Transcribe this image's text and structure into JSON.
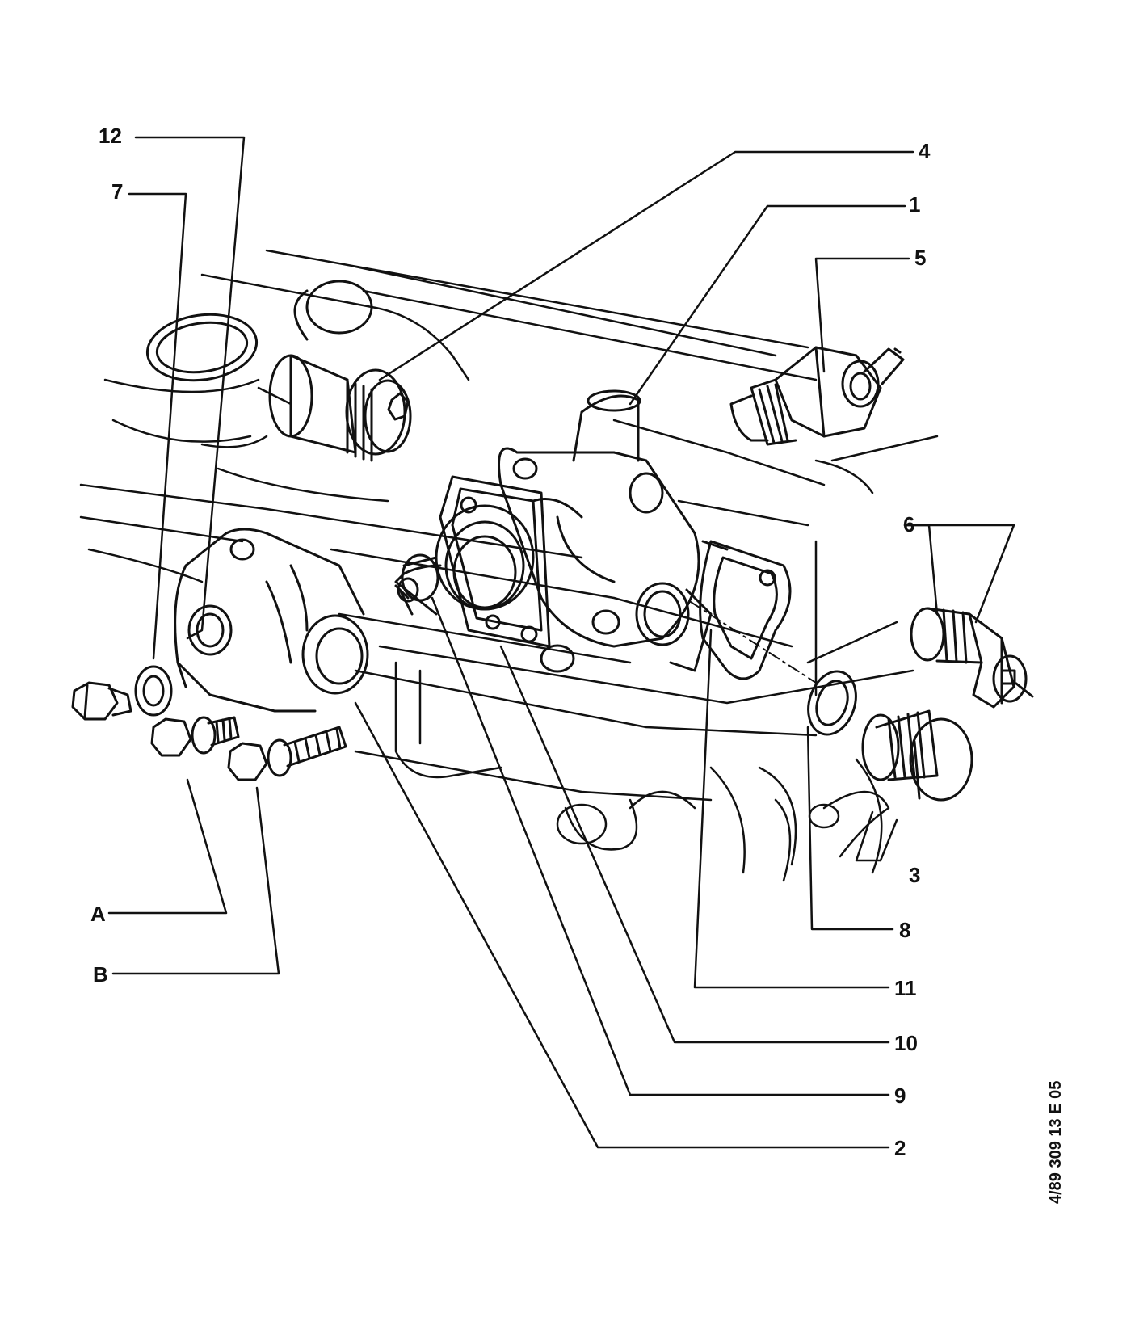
{
  "diagram": {
    "callouts": [
      {
        "id": "12",
        "label": "12"
      },
      {
        "id": "7",
        "label": "7"
      },
      {
        "id": "4",
        "label": "4"
      },
      {
        "id": "1",
        "label": "1"
      },
      {
        "id": "5",
        "label": "5"
      },
      {
        "id": "6",
        "label": "6"
      },
      {
        "id": "3",
        "label": "3"
      },
      {
        "id": "8",
        "label": "8"
      },
      {
        "id": "11",
        "label": "11"
      },
      {
        "id": "10",
        "label": "10"
      },
      {
        "id": "9",
        "label": "9"
      },
      {
        "id": "2",
        "label": "2"
      },
      {
        "id": "A",
        "label": "A"
      },
      {
        "id": "B",
        "label": "B"
      }
    ],
    "reference": "4/89 309 13 E 05",
    "line_color": "#111111",
    "background": "#ffffff"
  }
}
